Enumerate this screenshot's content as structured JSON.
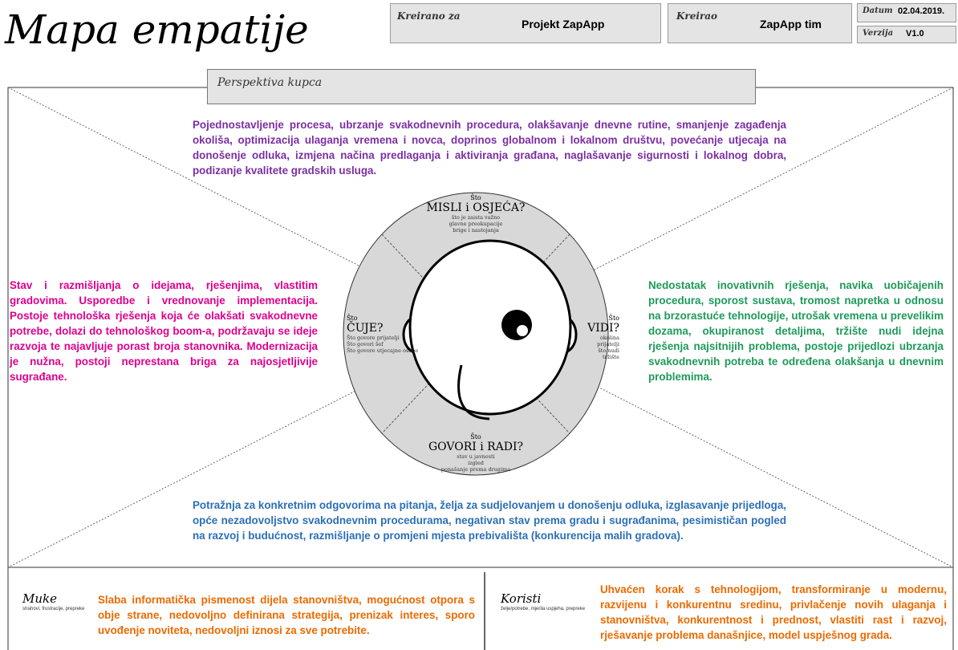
{
  "header": {
    "title": "Mapa empatije",
    "created_for_label": "Kreirano za",
    "created_for_value": "Projekt ZapApp",
    "created_by_label": "Kreirao",
    "created_by_value": "ZapApp tim",
    "date_label": "Datum",
    "date_value": "02.04.2019.",
    "version_label": "Verzija",
    "version_value": "V1.0"
  },
  "perspective": {
    "label": "Perspektiva kupca"
  },
  "circle": {
    "think": {
      "what": "Što",
      "title": "MISLI i OSJEĆA?",
      "sub": [
        "što je zaista važno",
        "glavne preokupacije",
        "brige i nastojanja"
      ]
    },
    "hear": {
      "what": "Što",
      "title": "ČUJE?",
      "sub": [
        "Što govore prijatelji",
        "Što govori šef",
        "Što govore utjecajne osobe"
      ]
    },
    "see": {
      "what": "Što",
      "title": "VIDI?",
      "sub": [
        "okolina",
        "prijatelji",
        "što nudi tržište"
      ]
    },
    "say": {
      "what": "Što",
      "title": "GOVORI i RADI?",
      "sub": [
        "stav u javnosti",
        "izgled",
        "ponašanje prema drugima"
      ]
    }
  },
  "sections": {
    "think_text": "Pojednostavljenje procesa, ubrzanje svakodnevnih procedura, olakšavanje dnevne rutine, smanjenje zagađenja okoliša, optimizacija ulaganja vremena i novca, doprinos globalnom i lokalnom društvu, povećanje utjecaja na donošenje odluka, izmjena načina predlaganja i aktiviranja građana, naglašavanje sigurnosti i lokalnog dobra, podizanje kvalitete gradskih usluga.",
    "hear_text": "Stav i razmišljanja o idejama, rješenjima, vlastitim gradovima. Usporedbe i vrednovanje implementacija. Postoje tehnološka rješenja koja će olakšati svakodnevne potrebe, dolazi do tehnološkog boom-a, podržavaju se ideje razvoja te najavljuje porast broja stanovnika. Modernizacija je nužna, postoji neprestana briga za najosjetljivije sugrađane.",
    "see_text": "Nedostatak inovativnih rješenja, navika uobičajenih procedura, sporost sustava, tromost napretka u odnosu na brzorastuće tehnologije, utrošak vremena u prevelikim dozama, okupiranost detaljima, tržište nudi idejna rješenja najsitnijih problema, postoje prijedlozi ubrzanja svakodnevnih potreba te određena olakšanja u dnevnim problemima.",
    "say_text": "Potražnja za konkretnim odgovorima na pitanja, želja za sudjelovanjem u donošenju odluka, izglasavanje prijedloga, opće nezadovoljstvo svakodnevnim procedurama, negativan stav prema gradu i sugrađanima, pesimističan pogled na razvoj i budućnost, razmišljanje o promjeni mjesta prebivališta (konkurencija malih gradova)."
  },
  "pains": {
    "title": "Muke",
    "subtitle": "strahovi, frustracije, prepreke",
    "text": "Slaba informatička pismenost dijela stanovništva, mogućnost otpora s obje strane, nedovoljno definirana strategija, prenizak interes, sporo uvođenje noviteta, nedovoljni iznosi za sve potrebite."
  },
  "gains": {
    "title": "Koristi",
    "subtitle": "želje/potrebe, mjerila uspjeha, prepreke",
    "text": "Uhvaćen korak s tehnologijom, transformiranje u modernu, razvijenu i konkurentnu sredinu, privlačenje novih ulaganja i stanovništva, konkurentnost i prednost, vlastiti rast i razvoj, rješavanje problema današnjice, model uspješnog grada."
  },
  "colors": {
    "think": "#7b2fa3",
    "hear": "#dd008c",
    "see": "#1e9a5a",
    "say": "#2c6fb5",
    "pain_gain": "#ec6a00"
  },
  "icons": [
    "face-icon"
  ]
}
